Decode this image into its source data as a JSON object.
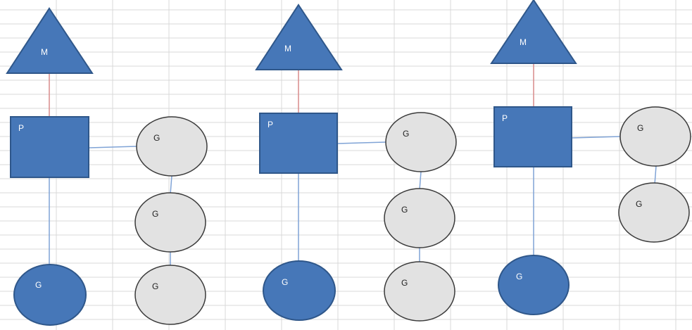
{
  "colors": {
    "grid": "#d9d9d9",
    "blue_fill": "#4677b8",
    "blue_stroke": "#2f578a",
    "gray_fill": "#e2e2e2",
    "gray_stroke": "#3a3a3a",
    "m_p_link": "#d98a8a",
    "link": "#7fa3d6",
    "label_on_blue": "#ffffff",
    "label_on_gray": "#222222"
  },
  "groups": [
    {
      "machine_label": "M",
      "processor_label": "P",
      "running_goroutine_label": "G",
      "queue_labels": [
        "G",
        "G",
        "G"
      ]
    },
    {
      "machine_label": "M",
      "processor_label": "P",
      "running_goroutine_label": "G",
      "queue_labels": [
        "G",
        "G",
        "G"
      ]
    },
    {
      "machine_label": "M",
      "processor_label": "P",
      "running_goroutine_label": "G",
      "queue_labels": [
        "G",
        "G"
      ]
    }
  ]
}
